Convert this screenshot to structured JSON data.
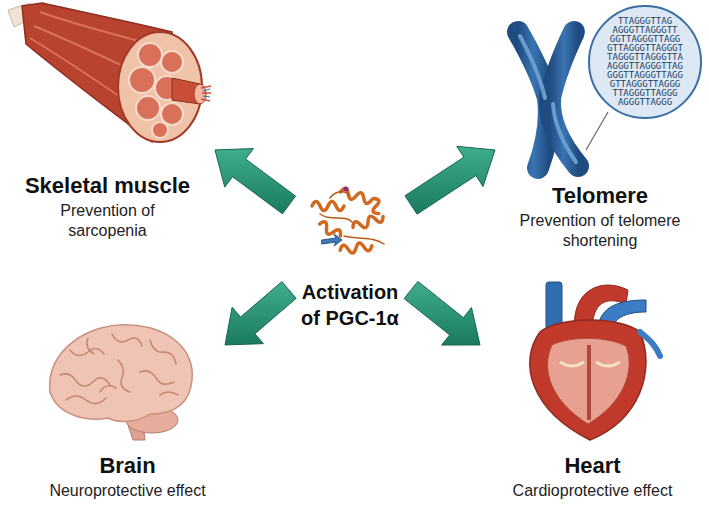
{
  "diagram": {
    "nodes": [
      {
        "text": [
          "Skeletal muscle",
          "Prevention of sarcopenia"
        ]
      },
      {
        "text": [
          "Telomere",
          "Prevention of telomere shortening"
        ]
      },
      {
        "text": [
          "Activation of PGC-1α"
        ]
      },
      {
        "text": [
          "Brain",
          "Neuroprotective effect"
        ]
      },
      {
        "text": [
          "Heart",
          "Cardioprotective effect"
        ]
      }
    ],
    "edges": [
      {
        "from": 2,
        "to": 0,
        "arrow": "to"
      },
      {
        "from": 2,
        "to": 1,
        "arrow": "to"
      },
      {
        "from": 2,
        "to": 3,
        "arrow": "to"
      },
      {
        "from": 2,
        "to": 4,
        "arrow": "to"
      }
    ],
    "labels": [
      "TTAGGGTTAG",
      "AGGGTTAGGGTT",
      "GGTTAGGGTTAGG",
      "GTTAGGGTTAGGGT",
      "TAGGGTTAGGGTTA",
      "AGGGTTAGGGTTAG",
      "GGGTTAGGGTTAGG",
      "GTTAGGGTTAGGG",
      "TTAGGGTTAGGG",
      "AGGGTTAGGG"
    ]
  }
}
